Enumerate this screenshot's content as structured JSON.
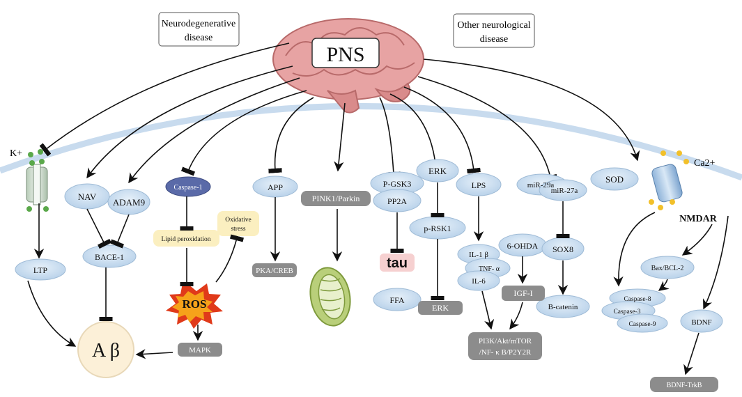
{
  "labels": {
    "neurodegenerative_disease": [
      "Neurodegenerative",
      "disease"
    ],
    "other_neurological_disease": [
      "Other neurological",
      "disease"
    ],
    "pns": "PNS",
    "k_plus": "K+",
    "ca2_plus": "Ca2+"
  },
  "nodes": {
    "nav": "NAV",
    "adam9": "ADAM9",
    "bace1": "BACE-1",
    "ltp": "LTP",
    "abeta": "A β",
    "caspase1": "Caspase-1",
    "lipid_peroxidation": "Lipid peroxidation",
    "oxidative_stress": [
      "Oxidative",
      "stress"
    ],
    "ros": "ROS",
    "mapk": "MAPK",
    "app": "APP",
    "pka_creb": "PKA/CREB",
    "pink1_parkin": "PINK1/Parkin",
    "pgsk3": "P-GSK3",
    "pp2a": "PP2A",
    "tau": "tau",
    "ffa": "FFA",
    "erk_top": "ERK",
    "prsk1": "p-RSK1",
    "erk_bottom": "ERK",
    "lps": "LPS",
    "il1b": "IL-1 β",
    "tnfa": "TNF- α",
    "il6": "IL-6",
    "ohda": "6-OHDA",
    "igf1": "IGF-I",
    "pi3k": [
      "PI3K/Akt/mTOR",
      "/NF- κ B/P2Y2R"
    ],
    "mir29a": "miR-29a",
    "mir27a": "miR-27a",
    "sox8": "SOX8",
    "bcatenin": "B-catenin",
    "sod": "SOD",
    "nmdar": "NMDAR",
    "bax_bcl2": "Bax/BCL-2",
    "caspase8": "Caspase-8",
    "caspase3": "Caspase-3",
    "caspase9": "Caspase-9",
    "bdnf": "BDNF",
    "bdnf_trkb": "BDNF-TrkB"
  },
  "colors": {
    "ellipse_fill": "#c9def0",
    "gray_box": "#8c8c8c",
    "tan_box": "#fbefc0",
    "caspase1_fill": "#5a6aa8",
    "tau_box": "#f6d0d0",
    "ros_burst": "#e03a1a",
    "ros_burst_inner": "#f6a21a",
    "membrane": "#c8dbee",
    "brain": "#e39a9a",
    "abeta_fill": "#fcf0d8"
  }
}
